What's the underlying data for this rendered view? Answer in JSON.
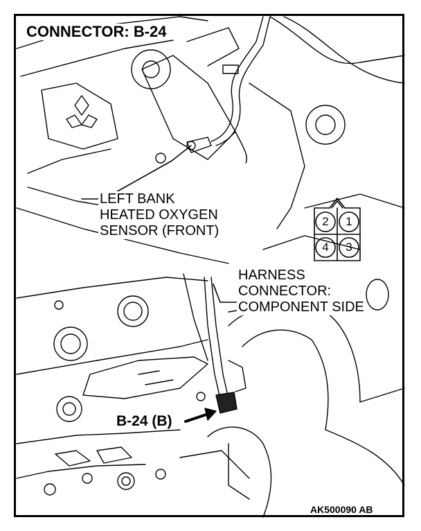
{
  "title": "CONNECTOR: B-24",
  "sensor_label": [
    "LEFT BANK",
    "HEATED OXYGEN",
    "SENSOR (FRONT)"
  ],
  "harness_label": [
    "HARNESS",
    "CONNECTOR:",
    "COMPONENT SIDE"
  ],
  "connector_reference": "B-24 (B)",
  "connector_pins": [
    "2",
    "1",
    "4",
    "3"
  ],
  "figure_code": "AK500090 AB"
}
